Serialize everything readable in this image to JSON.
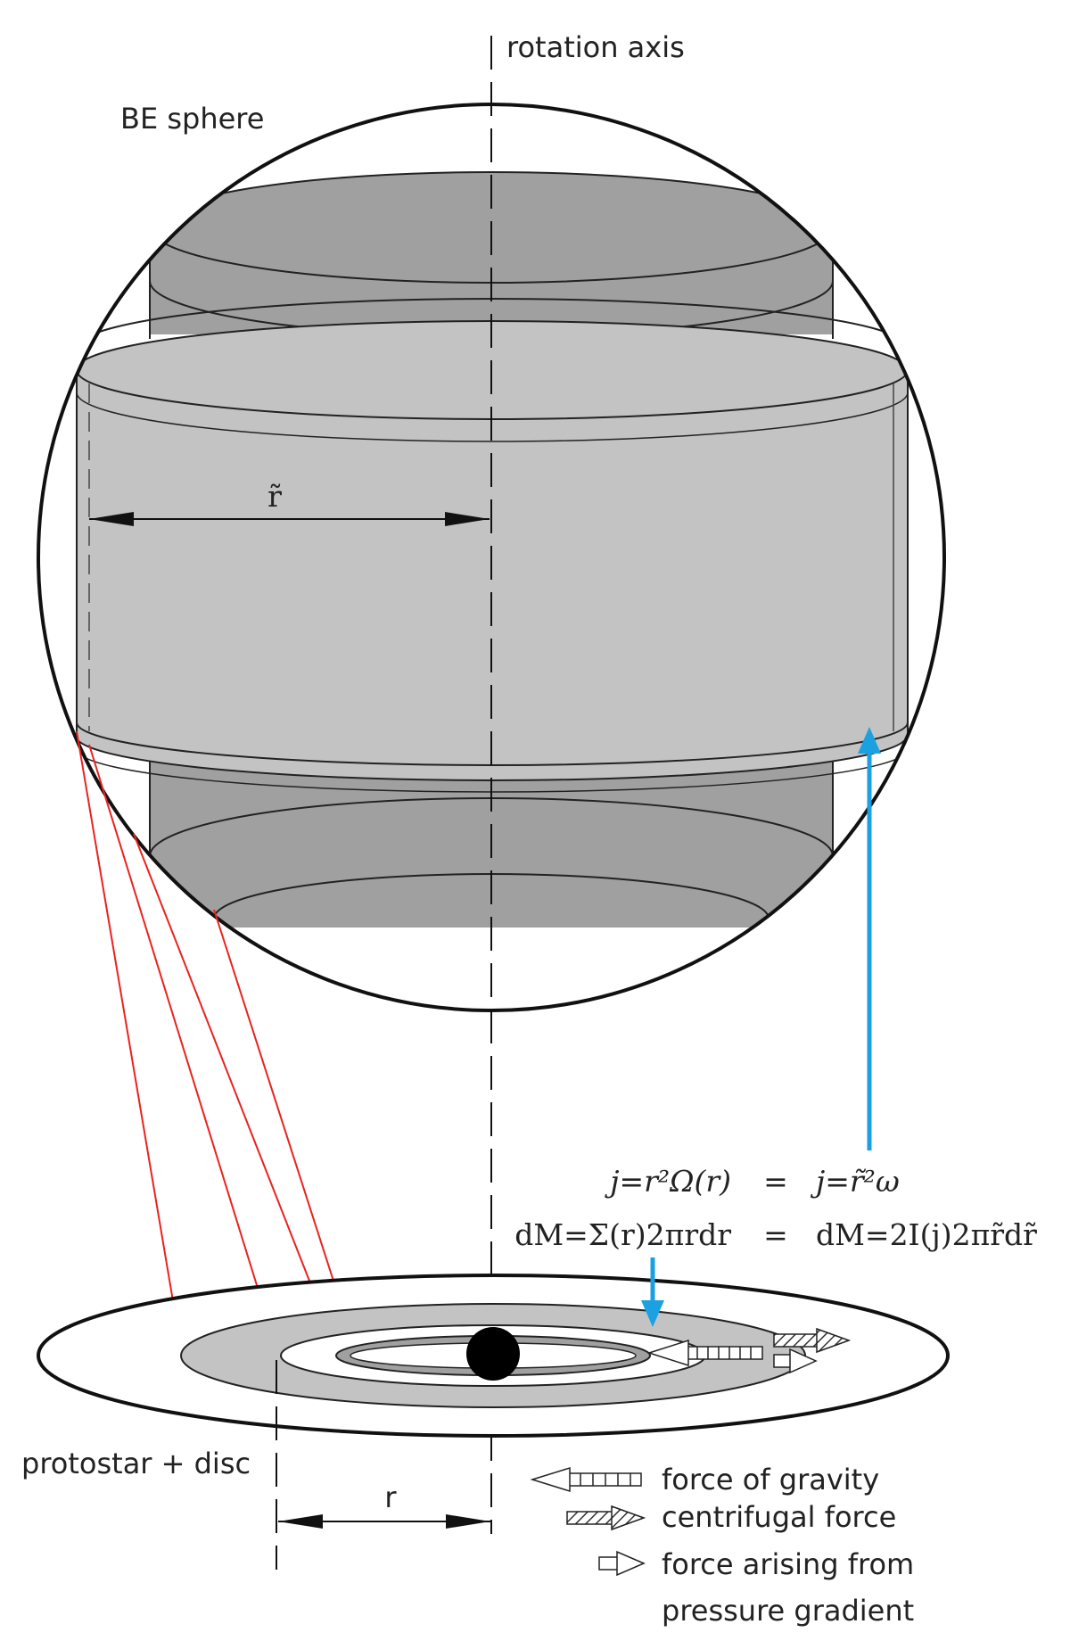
{
  "labels": {
    "rotation_axis": "rotation axis",
    "be_sphere": "BE sphere",
    "r_tilde": "r̃",
    "protostar_disc": "protostar + disc",
    "r": "r"
  },
  "equations": {
    "line1_left": "j=r²Ω(r)",
    "line1_eq": "=",
    "line1_right": "j=r̃²ω",
    "line2_left": "dM=Σ(r)2πrdr",
    "line2_eq": "=",
    "line2_right": "dM=2I(j)2πr̃dr̃"
  },
  "legend": {
    "gravity": "force of gravity",
    "centrifugal": "centrifugal force",
    "pressure_line1": "force arising from",
    "pressure_line2": "pressure gradient"
  },
  "colors": {
    "dark_gray": "#a0a0a0",
    "light_gray": "#c3c3c3",
    "red_arrow": "#e8231f",
    "blue_arrow": "#1ba1e2",
    "outline": "#111111"
  }
}
